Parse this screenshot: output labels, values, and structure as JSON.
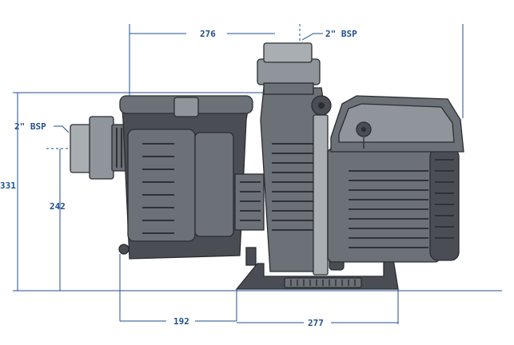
{
  "dimensions": {
    "top_width": "276",
    "outlet_size": "2\" BSP",
    "inlet_size": "2\" BSP",
    "overall_height": "331",
    "inlet_height": "242",
    "base_offset": "192",
    "base_width": "277"
  },
  "colors": {
    "dimension_line": "#1f4f8f",
    "pump_body": "#6c7177",
    "pump_dark": "#4a4e54"
  }
}
